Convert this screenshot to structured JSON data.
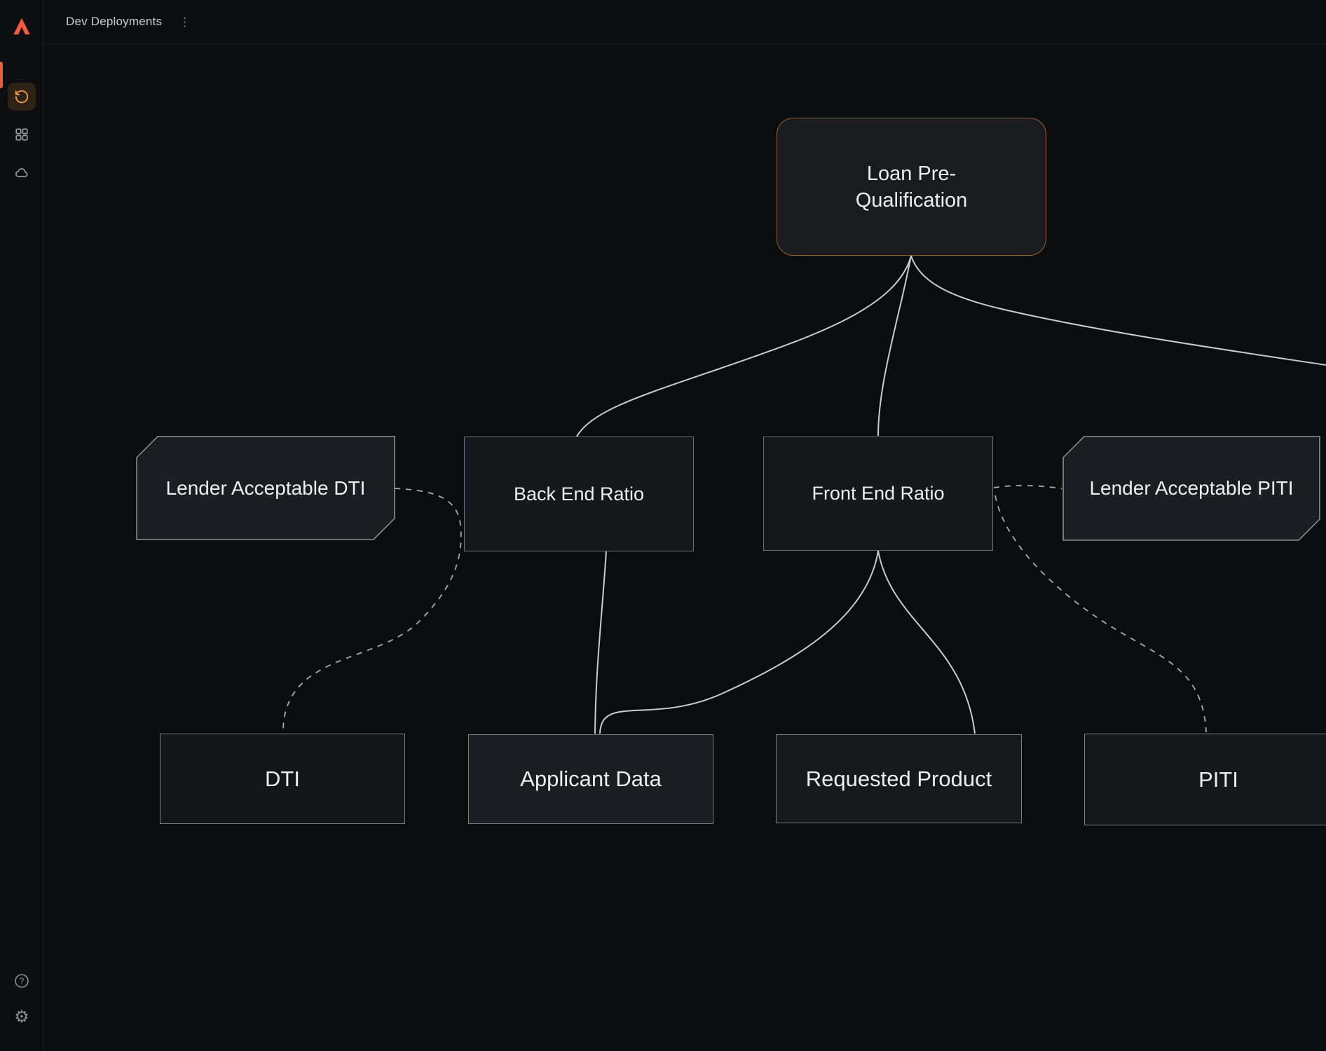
{
  "header": {
    "title": "Dev Deployments",
    "kebab_glyph": "⋮"
  },
  "sidebar": {
    "logo": "app-logo",
    "items": [
      {
        "id": "history",
        "icon": "rotate-ccw-icon",
        "active": true
      },
      {
        "id": "apps",
        "icon": "grid-icon",
        "active": false
      },
      {
        "id": "cloud",
        "icon": "cloud-icon",
        "active": false
      },
      {
        "id": "help",
        "icon": "help-circle-icon",
        "active": false
      },
      {
        "id": "settings",
        "icon": "gear-icon",
        "active": false
      }
    ],
    "help_glyph": "?",
    "gear_glyph": "⚙"
  },
  "canvas": {
    "nodes": [
      {
        "id": "loan-pre-qualification",
        "label": "Loan Pre-Qualification",
        "shape": "rounded-rect",
        "accent": "orange"
      },
      {
        "id": "lender-acceptable-dti",
        "label": "Lender Acceptable DTI",
        "shape": "cut-corner"
      },
      {
        "id": "back-end-ratio",
        "label": "Back End Ratio",
        "shape": "rect"
      },
      {
        "id": "front-end-ratio",
        "label": "Front End Ratio",
        "shape": "rect"
      },
      {
        "id": "lender-acceptable-piti",
        "label": "Lender Acceptable PITI",
        "shape": "cut-corner"
      },
      {
        "id": "dti",
        "label": "DTI",
        "shape": "rect"
      },
      {
        "id": "applicant-data",
        "label": "Applicant Data",
        "shape": "rect"
      },
      {
        "id": "requested-product",
        "label": "Requested Product",
        "shape": "rect"
      },
      {
        "id": "piti",
        "label": "PITI",
        "shape": "rect"
      }
    ],
    "edges": [
      {
        "source": "loan-pre-qualification",
        "target": "back-end-ratio",
        "style": "solid"
      },
      {
        "source": "loan-pre-qualification",
        "target": "front-end-ratio",
        "style": "solid"
      },
      {
        "source": "loan-pre-qualification",
        "target": "offscreen-right",
        "style": "solid"
      },
      {
        "source": "back-end-ratio",
        "target": "applicant-data",
        "style": "solid"
      },
      {
        "source": "front-end-ratio",
        "target": "applicant-data",
        "style": "solid"
      },
      {
        "source": "front-end-ratio",
        "target": "requested-product",
        "style": "solid"
      },
      {
        "source": "lender-acceptable-dti",
        "target": "dti",
        "style": "dashed"
      },
      {
        "source": "front-end-ratio",
        "target": "lender-acceptable-piti",
        "style": "dashed"
      },
      {
        "source": "front-end-ratio",
        "target": "piti",
        "style": "dashed"
      }
    ]
  },
  "colors": {
    "background": "#0b0c0e",
    "node_fill": "#16171b",
    "node_border": "#6d7078",
    "io_node_border": "#8e9199",
    "loan_border_orange": "#96612f",
    "solid_edge": "#c9cbd0",
    "dashed_edge": "#a7aab1",
    "accent_orange": "#e65f38",
    "history_icon_orange": "#f29d3d",
    "logo_coral": "#f05a3d",
    "text": "#edeef0"
  }
}
